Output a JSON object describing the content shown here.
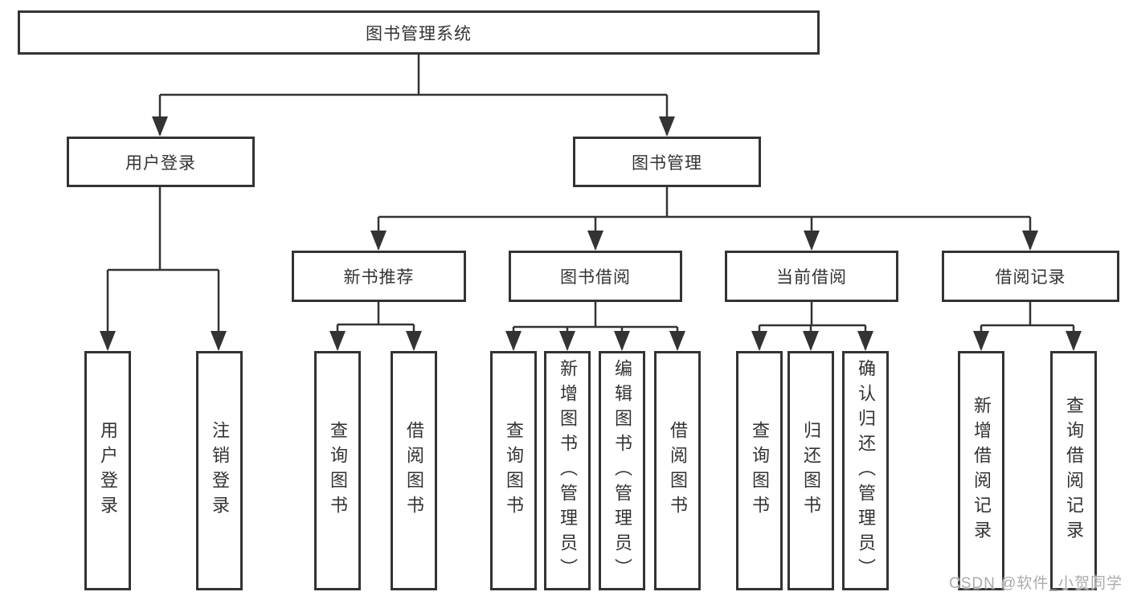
{
  "tree": {
    "root": {
      "label": "图书管理系统"
    },
    "branches": [
      {
        "label": "用户登录",
        "children": [
          {
            "label": "用户登录"
          },
          {
            "label": "注销登录"
          }
        ]
      },
      {
        "label": "图书管理",
        "children": [
          {
            "label": "新书推荐",
            "children": [
              {
                "label": "查询图书"
              },
              {
                "label": "借阅图书"
              }
            ]
          },
          {
            "label": "图书借阅",
            "children": [
              {
                "label": "查询图书"
              },
              {
                "label": "新增图书（管理员）"
              },
              {
                "label": "编辑图书（管理员）"
              },
              {
                "label": "借阅图书"
              }
            ]
          },
          {
            "label": "当前借阅",
            "children": [
              {
                "label": "查询图书"
              },
              {
                "label": "归还图书"
              },
              {
                "label": "确认归还（管理员）"
              }
            ]
          },
          {
            "label": "借阅记录",
            "children": [
              {
                "label": "新增借阅记录"
              },
              {
                "label": "查询借阅记录"
              }
            ]
          }
        ]
      }
    ]
  },
  "watermark": {
    "text": "CSDN @软件_小贺同学"
  },
  "colors": {
    "line": "#333333",
    "text": "#333333",
    "background": "#ffffff",
    "watermark": "#ababab"
  }
}
